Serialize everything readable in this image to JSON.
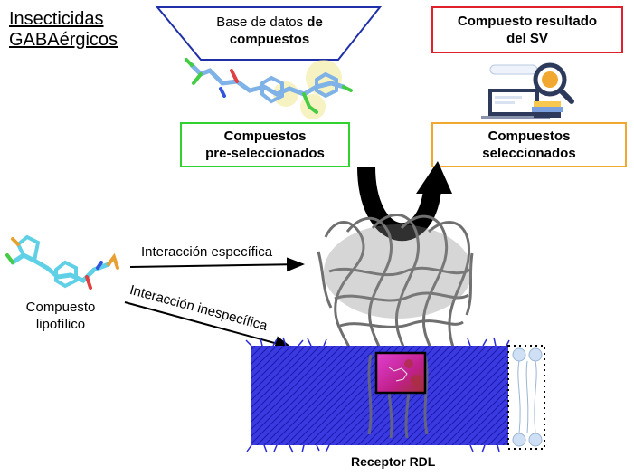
{
  "title": {
    "line1": "Insecticidas",
    "line2": "GABAérgicos"
  },
  "database_box": {
    "text_normal": "Base de datos",
    "text_bold_inline": "de",
    "text_bold_line2": "compuestos",
    "border_color": "#1f2fa8"
  },
  "result_box": {
    "line1": "Compuesto resultado",
    "line2": "del SV",
    "border_color": "#e0202a"
  },
  "preselected_box": {
    "line1": "Compuestos",
    "line2": "pre-seleccionados",
    "border_color": "#2fd22f"
  },
  "selected_box": {
    "line1": "Compuestos",
    "line2": "seleccionados",
    "border_color": "#f0a830"
  },
  "left_compound": {
    "line1": "Compuesto",
    "line2": "lipofílico"
  },
  "arrows": {
    "specific": "Interacción específica",
    "nonspecific": "Interacción inespecífica"
  },
  "receptor_label": "Receptor RDL",
  "colors": {
    "membrane": "#2a2ad8",
    "protein": "#7a7a7a",
    "pocket": "#c020b0",
    "curved_arrow": "#000000"
  }
}
